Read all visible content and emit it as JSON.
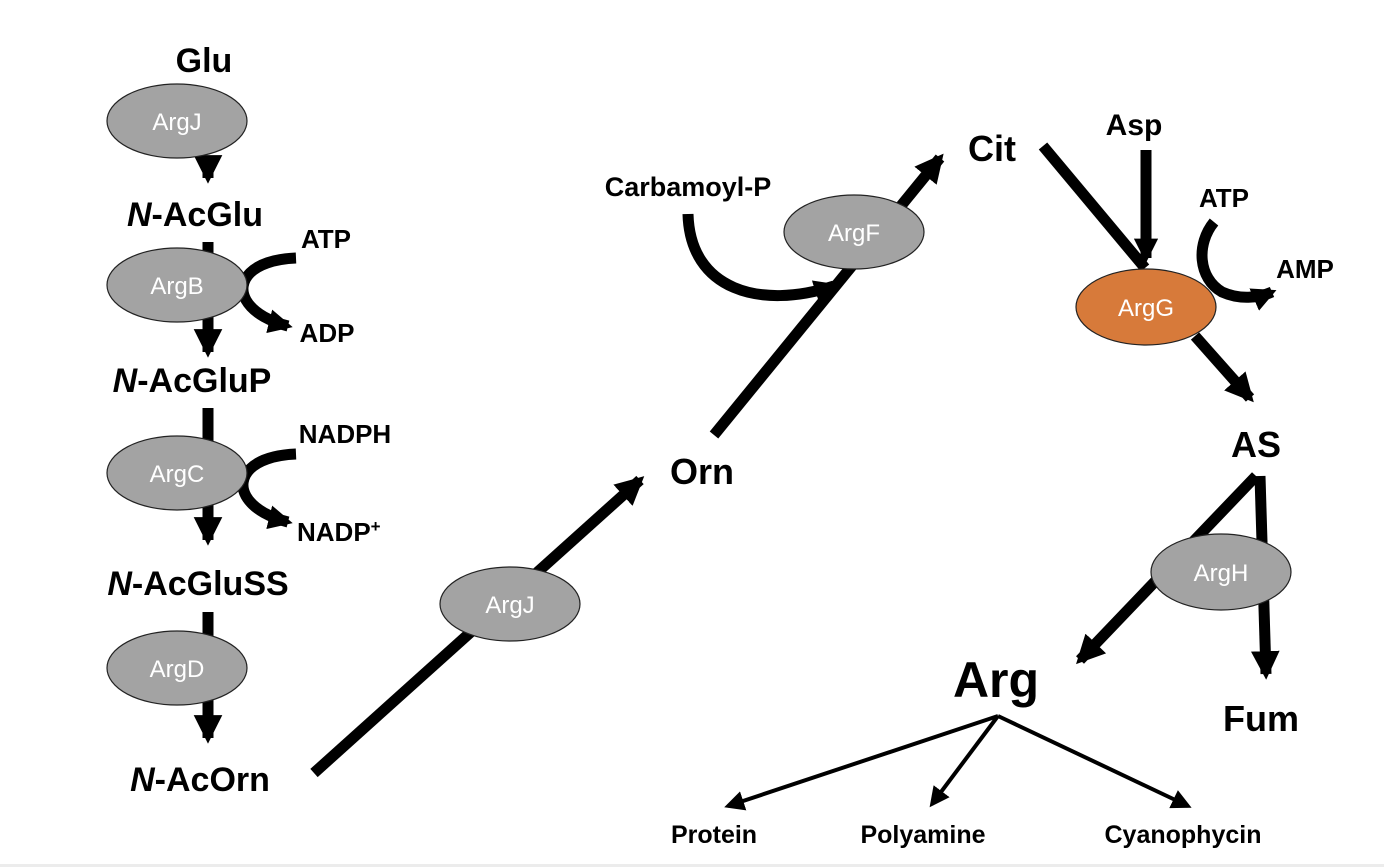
{
  "diagram": {
    "title": "Arginine biosynthesis pathway",
    "colors": {
      "enzyme_default": "#a3a3a3",
      "enzyme_highlight": "#d77a3a",
      "arrow": "#000000"
    },
    "metabolites": {
      "glu": "Glu",
      "n_acglu_prefix": "N",
      "n_acglu_rest": "-AcGlu",
      "n_acglup_prefix": "N",
      "n_acglup_rest": "-AcGluP",
      "n_acgluss_prefix": "N",
      "n_acgluss_rest": "-AcGluSS",
      "n_acorn_prefix": "N",
      "n_acorn_rest": "-AcOrn",
      "orn": "Orn",
      "carbamoyl_p": "Carbamoyl-P",
      "cit": "Cit",
      "asp": "Asp",
      "as": "AS",
      "arg": "Arg",
      "fum": "Fum"
    },
    "cofactors": {
      "atp_1": "ATP",
      "adp": "ADP",
      "nadph": "NADPH",
      "nadp_base": "NADP",
      "nadp_sup": "+",
      "atp_2": "ATP",
      "amp": "AMP"
    },
    "enzymes": {
      "argj_1": "ArgJ",
      "argb": "ArgB",
      "argc": "ArgC",
      "argd": "ArgD",
      "argj_2": "ArgJ",
      "argf": "ArgF",
      "argg": "ArgG",
      "argh": "ArgH"
    },
    "products": {
      "protein": "Protein",
      "polyamine": "Polyamine",
      "cyanophycin": "Cyanophycin"
    }
  }
}
